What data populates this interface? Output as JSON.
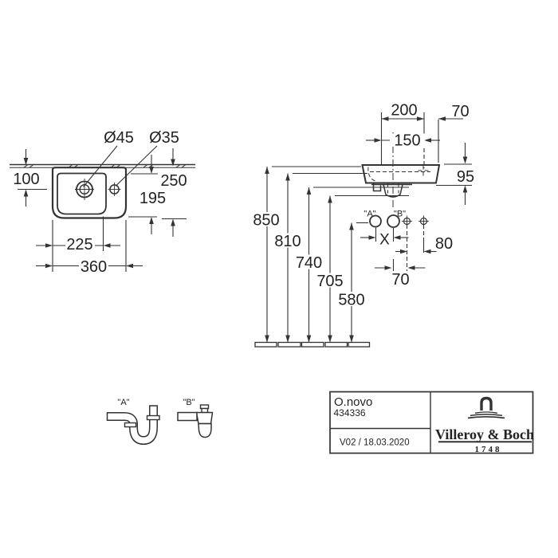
{
  "colors": {
    "line": "#333333",
    "text": "#232323",
    "background": "#ffffff"
  },
  "plan_view": {
    "hole_large_label": "Ø45",
    "hole_small_label": "Ø35",
    "dims": {
      "wall_to_hole": "100",
      "depth_total": "250",
      "bowl_depth": "195",
      "bowl_width": "225",
      "total_width": "360"
    }
  },
  "front_view": {
    "dims": {
      "hole_spacing": "200",
      "edge_offset_top": "70",
      "drain_spacing": "150",
      "body_height": "95",
      "rim_height": "850",
      "height_810": "810",
      "height_740": "740",
      "height_705": "705",
      "fixing_height": "580",
      "fixing_spacing": "X",
      "offset_80": "80",
      "offset_70": "70"
    },
    "fixing_labels": {
      "a": "\"A\"",
      "b": "\"B\""
    }
  },
  "trap_details": {
    "variant_a": "\"A\"",
    "variant_b": "\"B\""
  },
  "title_block": {
    "product_name": "O.novo",
    "article_number": "434336",
    "version_date": "V02 / 18.03.2020",
    "brand_name": "Villeroy & Boch",
    "brand_year": "1748"
  }
}
